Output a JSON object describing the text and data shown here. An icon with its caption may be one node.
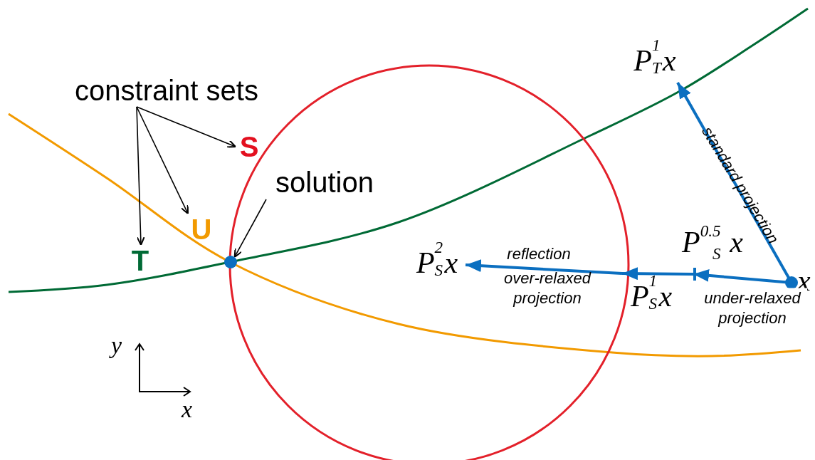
{
  "diagram": {
    "nodes": [
      {
        "text": [
          "constraint sets"
        ]
      },
      {
        "text": [
          "S"
        ]
      },
      {
        "text": [
          "U"
        ]
      },
      {
        "text": [
          "T"
        ]
      },
      {
        "text": [
          "solution"
        ]
      },
      {
        "text": [],
        "shape": "circle"
      },
      {
        "text": [],
        "shape": "circle",
        "beside": [
          "x"
        ]
      },
      {
        "text": [
          "P$^{1}$$_{T}$x"
        ]
      },
      {
        "text": [],
        "shape": "bar",
        "beside": [
          "P$^{0.5}$$_{S}$ x"
        ]
      },
      {
        "text": [
          "P$^{1}$$_{S}$x"
        ]
      },
      {
        "text": [
          "P$^{2}$$_{S}$x"
        ]
      }
    ],
    "edges": [
      {
        "from": 0,
        "to": 1,
        "arrow": "to"
      },
      {
        "from": 0,
        "to": 2,
        "arrow": "to"
      },
      {
        "from": 0,
        "to": 3,
        "arrow": "to"
      },
      {
        "from": 4,
        "to": 5,
        "arrow": "to"
      },
      {
        "from": 6,
        "to": 7,
        "arrow": "to",
        "label": "standard projection",
        "style": "thick",
        "color": "#0b6fc0"
      },
      {
        "from": 6,
        "to": 8,
        "arrow": "to",
        "label": "under-relaxed projection",
        "style": "thick",
        "color": "#0b6fc0"
      },
      {
        "from": 8,
        "to": 9,
        "arrow": "to",
        "style": "thick",
        "color": "#0b6fc0"
      },
      {
        "from": 9,
        "to": 10,
        "arrow": "to",
        "label": "reflection",
        "style": "thick",
        "color": "#0b6fc0"
      }
    ],
    "labels": [
      "over-relaxed projection",
      "y",
      "x"
    ]
  }
}
